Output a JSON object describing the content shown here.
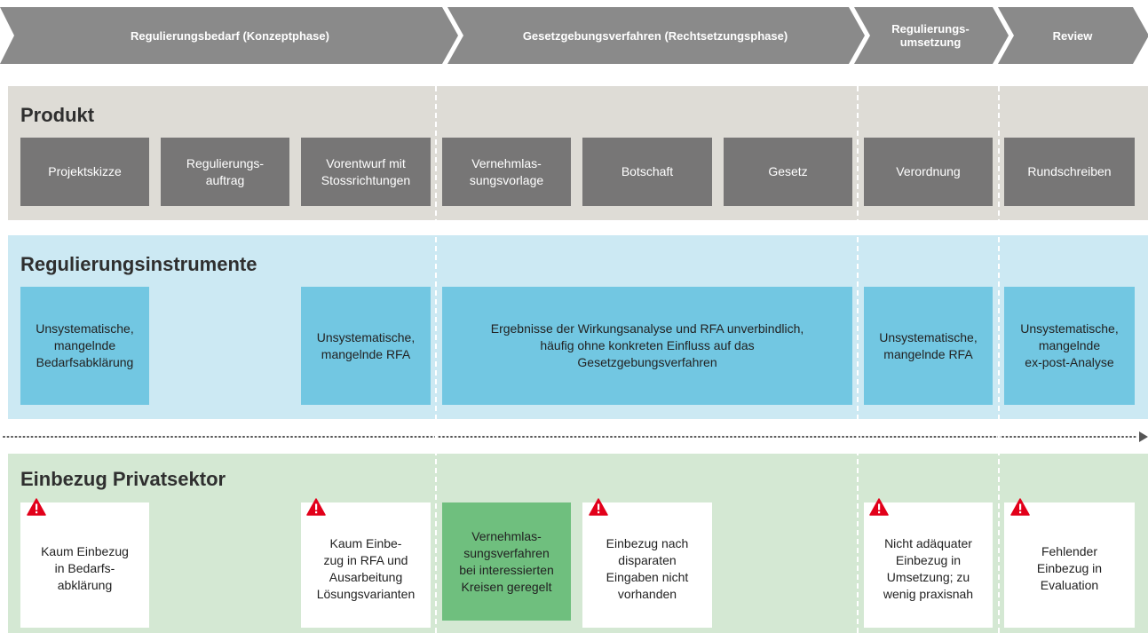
{
  "phases": [
    {
      "label": "Regulierungsbedarf (Konzeptphase)"
    },
    {
      "label": "Gesetzgebungsverfahren (Rechtsetzungsphase)"
    },
    {
      "label": "Regulierungs-\numsetzung"
    },
    {
      "label": "Review"
    }
  ],
  "produkt": {
    "title": "Produkt",
    "items": [
      "Projektskizze",
      "Regulierungs-\nauftrag",
      "Vorentwurf mit\nStossrichtungen",
      "Vernehmlas-\nsungsvorlage",
      "Botschaft",
      "Gesetz",
      "Verordnung",
      "Rundschreiben"
    ]
  },
  "instrumente": {
    "title": "Regulierungsinstrumente",
    "items": [
      "Unsystematische,\nmangelnde\nBedarfsabklärung",
      "Unsystematische,\nmangelnde RFA",
      "Ergebnisse der Wirkungsanalyse und RFA unverbindlich,\nhäufig ohne konkreten Einfluss auf das\nGesetzgebungsverfahren",
      "Unsystematische,\nmangelnde RFA",
      "Unsystematische,\nmangelnde\nex-post-Analyse"
    ]
  },
  "privatsektor": {
    "title": "Einbezug Privatsektor",
    "items": [
      "Kaum Einbezug\nin Bedarfs-\nabklärung",
      "Kaum Einbe-\nzug in RFA und\nAusarbeitung\nLösungsvarianten",
      "Vernehmlas-\nsungsverfahren\nbei interessierten\nKreisen geregelt",
      "Einbezug nach\ndisparaten\nEingaben nicht\nvorhanden",
      "Nicht adäquater\nEinbezug in\nUmsetzung; zu\nwenig praxisnah",
      "Fehlender\nEinbezug in\nEvaluation"
    ]
  },
  "icons": {
    "warning": "warning-icon",
    "arrow": "arrow-right-icon"
  },
  "colors": {
    "chevron": "#8a8a8a",
    "produkt_band": "#dedcd6",
    "produkt_box": "#777676",
    "instrumente_band": "#cce9f3",
    "instrumente_box": "#72c7e2",
    "privat_band": "#d4e8d3",
    "privat_highlight": "#6fbf7e",
    "warning": "#e2001a"
  }
}
